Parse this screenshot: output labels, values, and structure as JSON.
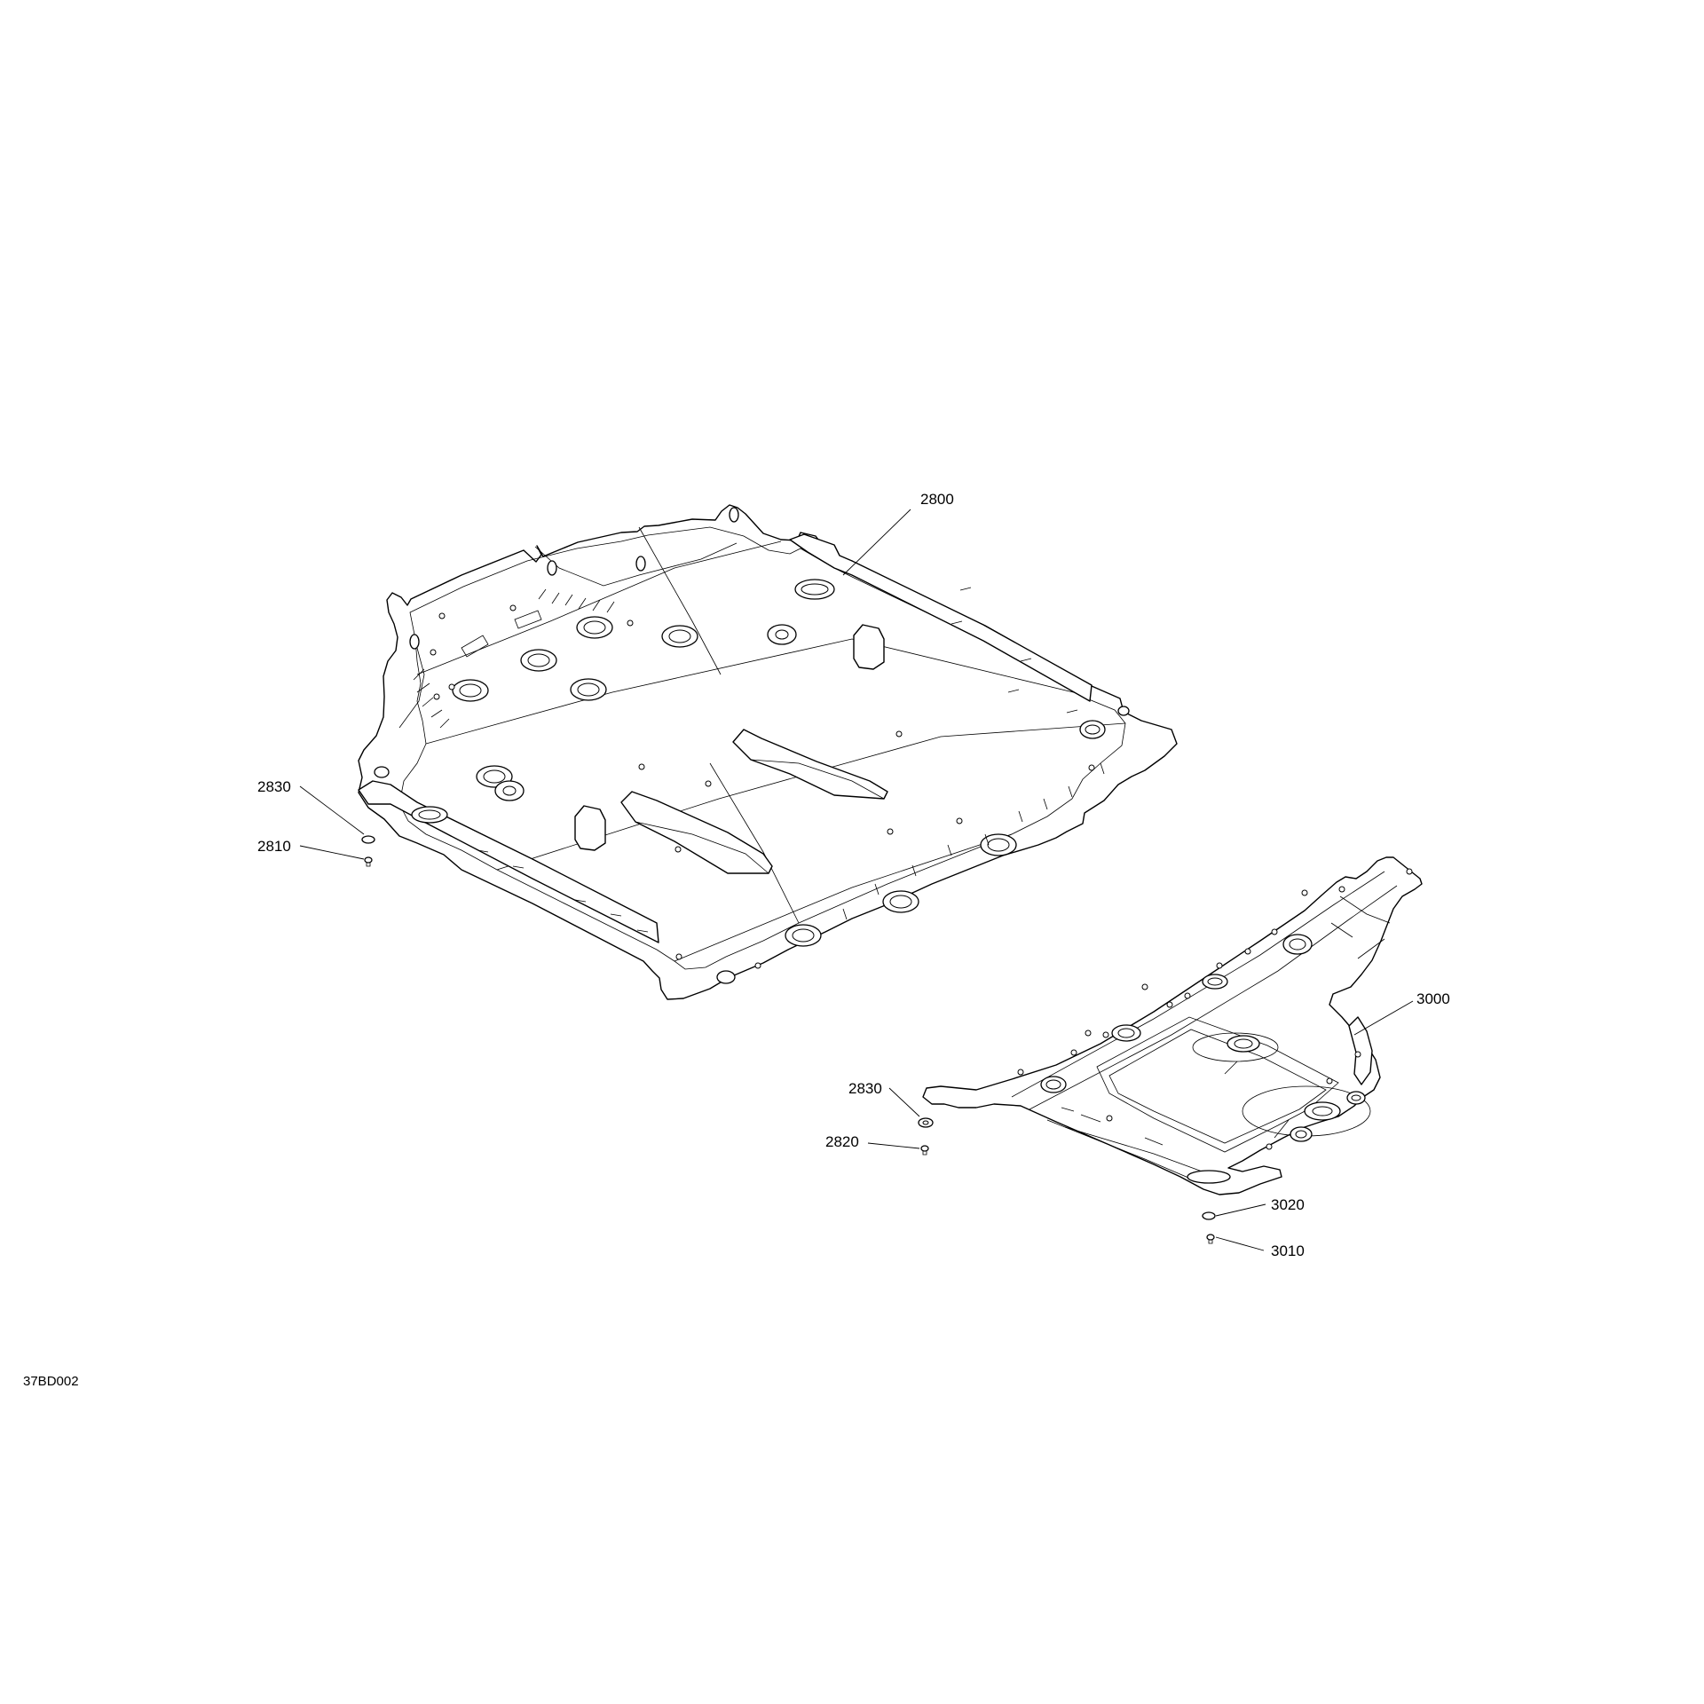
{
  "drawing_id": "37BD002",
  "callouts": [
    {
      "id": "c2800",
      "text": "2800"
    },
    {
      "id": "c2830a",
      "text": "2830"
    },
    {
      "id": "c2810",
      "text": "2810"
    },
    {
      "id": "c3000",
      "text": "3000"
    },
    {
      "id": "c2830b",
      "text": "2830"
    },
    {
      "id": "c2820",
      "text": "2820"
    },
    {
      "id": "c3020",
      "text": "3020"
    },
    {
      "id": "c3010",
      "text": "3010"
    }
  ]
}
